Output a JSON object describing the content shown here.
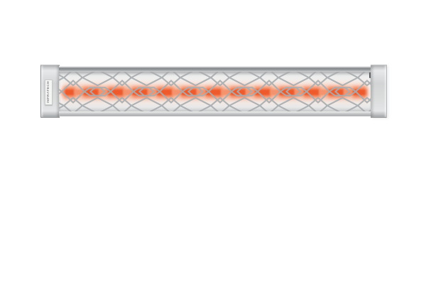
{
  "page": {
    "background_color": "#ffffff",
    "description": "product photo of a linear electric infrared patio heater on a white background"
  },
  "product": {
    "name": "linear-infrared-heater",
    "brand_label": "INFRATECH",
    "state": "element glowing orange behind decorative diamond lattice grille",
    "colors": {
      "end_cap_silver": "#d9dbdc",
      "frame_dark": "#85888b",
      "grille_line": "#a9adb0",
      "fascia_panel": "#f6f5f4",
      "glow_soft": "#f4a888",
      "glow_mid": "#f17042",
      "glow_core": "#ee5a2c"
    }
  }
}
